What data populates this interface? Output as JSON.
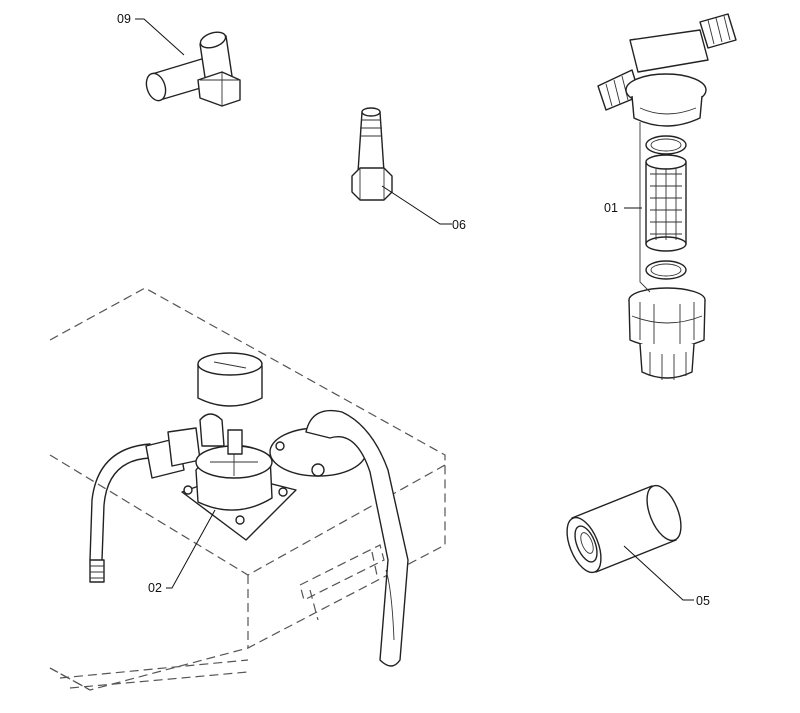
{
  "diagram": {
    "type": "exploded-parts-view",
    "callouts": [
      {
        "id": "c01",
        "label": "01"
      },
      {
        "id": "c02",
        "label": "02"
      },
      {
        "id": "c05",
        "label": "05"
      },
      {
        "id": "c06",
        "label": "06"
      },
      {
        "id": "c09",
        "label": "09"
      }
    ]
  }
}
